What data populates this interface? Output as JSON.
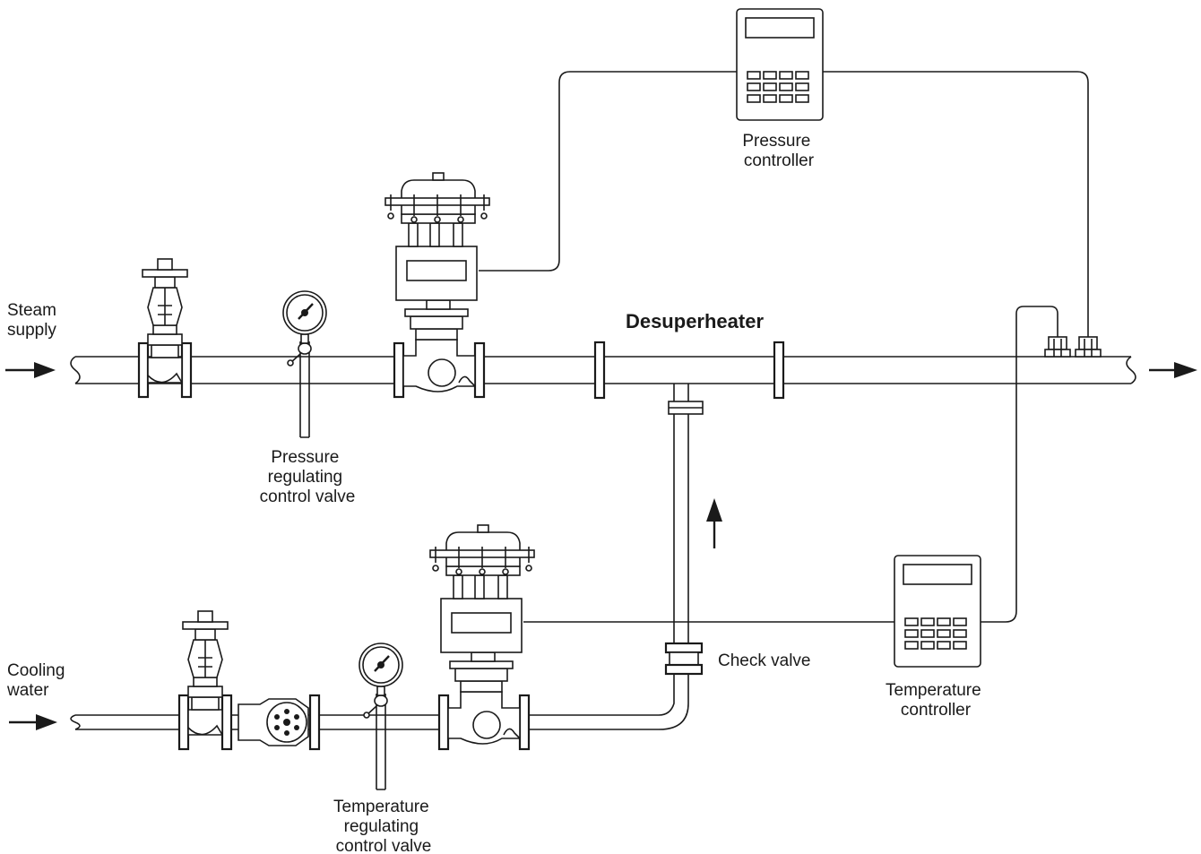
{
  "labels": {
    "steam_supply": [
      "Steam",
      "supply"
    ],
    "cooling_water": [
      "Cooling",
      "water"
    ],
    "desuperheater": "Desuperheater",
    "pressure_controller": [
      "Pressure",
      "controller"
    ],
    "temperature_controller": [
      "Temperature",
      "controller"
    ],
    "pressure_valve": [
      "Pressure",
      "regulating",
      "control valve"
    ],
    "temperature_valve": [
      "Temperature",
      "regulating",
      "control valve"
    ],
    "check_valve": "Check valve"
  },
  "colors": {
    "line": "#1a1a1a",
    "background": "#ffffff"
  }
}
